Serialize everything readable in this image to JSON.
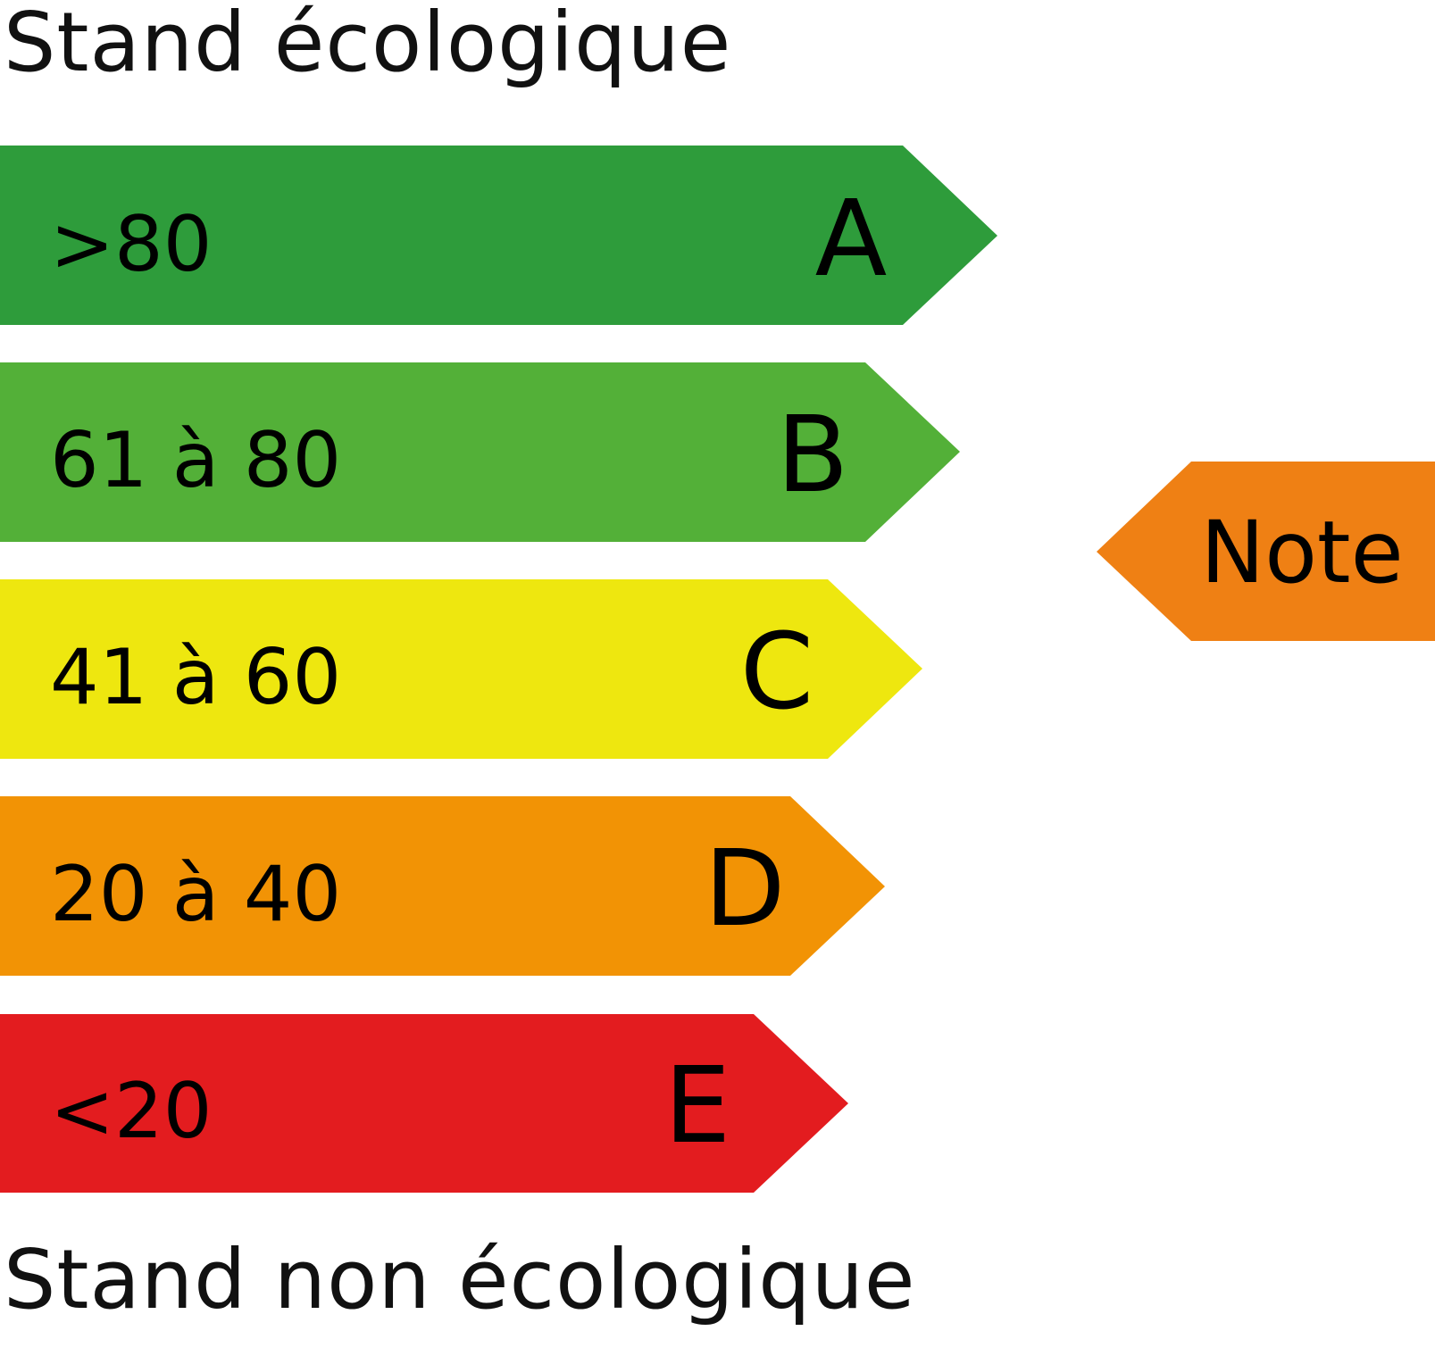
{
  "headings": {
    "top": "Stand écologique",
    "bottom": "Stand non écologique"
  },
  "grades": [
    {
      "letter": "A",
      "range": ">80",
      "color": "#2e9c3b"
    },
    {
      "letter": "B",
      "range": "61 à 80",
      "color": "#53b038"
    },
    {
      "letter": "C",
      "range": "41 à 60",
      "color": "#eee70f"
    },
    {
      "letter": "D",
      "range": "20 à 40",
      "color": "#f29305"
    },
    {
      "letter": "E",
      "range": "<20",
      "color": "#e31c1f"
    }
  ],
  "note": {
    "label": "Note",
    "color": "#ef8014"
  }
}
